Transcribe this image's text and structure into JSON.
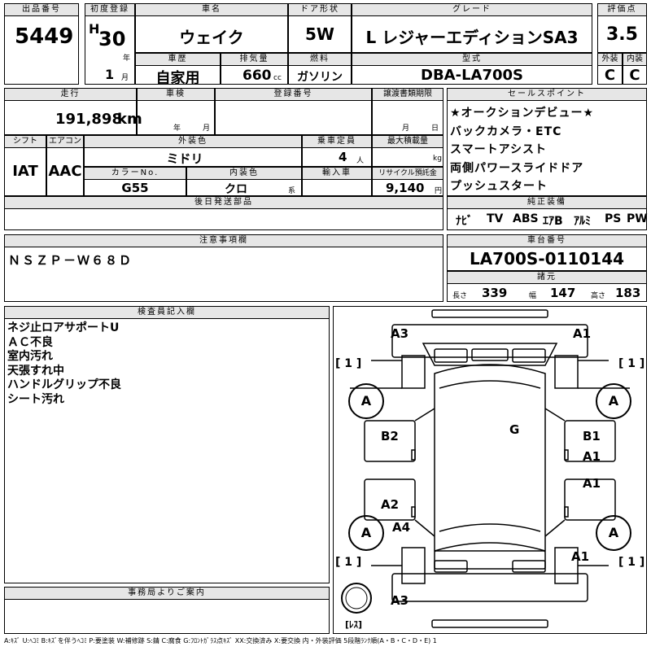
{
  "header": {
    "lot_label": "出品番号",
    "lot": "5449",
    "reg_label": "初度登録",
    "era": "H",
    "reg_year": "30",
    "year_unit": "年",
    "reg_month": "1",
    "month_unit": "月",
    "name_label": "車名",
    "name": "ウェイク",
    "door_label": "ドア形状",
    "door": "5W",
    "grade_label": "グレード",
    "grade": "L レジャーエディションSA3",
    "score_label": "評価点",
    "score": "3.5",
    "history_label": "車歴",
    "history": "自家用",
    "disp_label": "排気量",
    "disp": "660",
    "disp_unit": "cc",
    "fuel_label": "燃料",
    "fuel": "ガソリン",
    "model_label": "型式",
    "model": "DBA-LA700S",
    "ext_label": "外装",
    "ext": "C",
    "int_label": "内装",
    "int": "C"
  },
  "row2": {
    "mileage_label": "走行",
    "mileage": "191,898",
    "mileage_unit": "km",
    "inspection_label": "車検",
    "insp_year_unit": "年",
    "insp_month_unit": "月",
    "plate_label": "登録番号",
    "transfer_label": "譲渡書類期限",
    "transfer_month_unit": "月",
    "transfer_day_unit": "日",
    "shift_label": "シフト",
    "shift": "IAT",
    "ac_label": "エアコン",
    "ac": "AAC",
    "color_label": "外装色",
    "color": "ミドリ",
    "capacity_label": "乗車定員",
    "capacity": "4",
    "capacity_unit": "人",
    "load_label": "最大積載量",
    "load_unit": "kg",
    "colorno_label": "カラーNo.",
    "colorno": "G55",
    "intcolor_label": "内装色",
    "intcolor": "クロ",
    "intcolor_unit": "系",
    "import_label": "輸入車",
    "recycle_label": "リサイクル預託金",
    "recycle": "9,140",
    "recycle_unit": "円",
    "later_label": "後日発送部品"
  },
  "sales": {
    "label": "セールスポイント",
    "lines": [
      "★オークションデビュー★",
      "バックカメラ・ETC",
      "スマートアシスト",
      "両側パワースライドドア",
      "プッシュスタート"
    ],
    "equip_label": "純正装備",
    "equip": [
      "ﾅﾋﾞ",
      "TV",
      "ABS",
      "ｴｱB",
      "ｱﾙﾐ",
      "PS",
      "PW"
    ]
  },
  "notes": {
    "label": "注意事項欄",
    "text": "ＮＳＺＰ－Ｗ６８Ｄ"
  },
  "chassis": {
    "label": "車台番号",
    "value": "LA700S-0110144",
    "dims_label": "諸元",
    "len_label": "長さ",
    "len": "339",
    "width_label": "幅",
    "width": "147",
    "height_label": "高さ",
    "height": "183"
  },
  "inspector": {
    "label": "検査員記入欄",
    "lines": [
      "ネジ止ロアサポートU",
      "ＡＣ不良",
      "室内汚れ",
      "天張すれ中",
      "ハンドルグリップ不良",
      "シート汚れ"
    ]
  },
  "office": {
    "label": "事務局よりご案内"
  },
  "diagram": {
    "front_left": "A3",
    "front_right": "A1",
    "bracket_1": "[ 1 ]",
    "wheel": "A",
    "roof": "G",
    "b2": "B2",
    "b1": "B1",
    "a1_mid": "A1",
    "a1_rear": "A1",
    "a2": "A2",
    "a4": "A4",
    "a1_low": "A1",
    "rear_left": "A3",
    "spare": "[ﾚｽ]"
  },
  "legend": "A:ｷｽﾞ U:ﾍｺﾐ B:ｷｽﾞを伴うﾍｺﾐ P:要塗装 W:補修跡 S:錆 C:腐食 G:ﾌﾛﾝﾄｶﾞﾗｽ点ｷｽﾞ XX:交換済み X:要交換  内・外装評価  5段階ﾗﾝｸ順(A・B・C・D・E) 1"
}
